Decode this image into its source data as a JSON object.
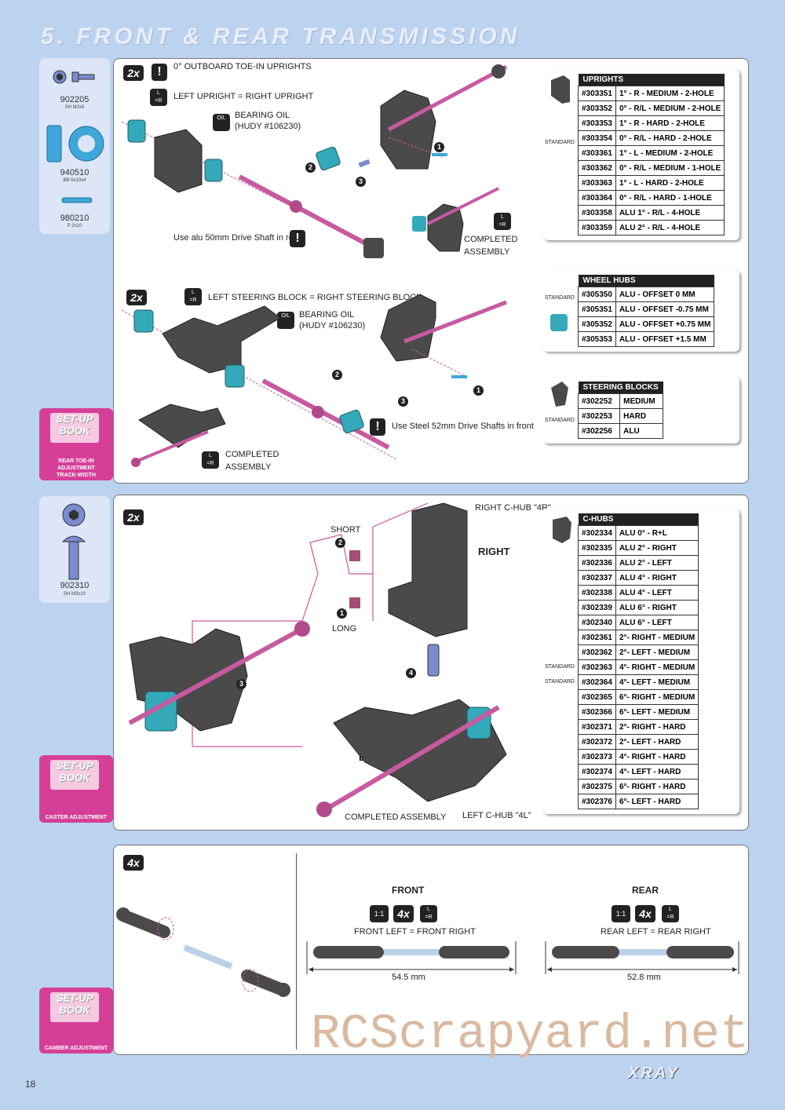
{
  "section_title": "5. FRONT & REAR TRANSMISSION",
  "page_number": "18",
  "brand": "XRAY",
  "watermark": "RCScrapyard.net",
  "parts_1": [
    {
      "code": "902205",
      "desc": "SH M2x5"
    },
    {
      "code": "940510",
      "desc": "BB 5x10x4"
    },
    {
      "code": "980210",
      "desc": "P 2x10"
    }
  ],
  "parts_2": [
    {
      "code": "902310",
      "desc": "SH M3x10"
    }
  ],
  "setup_book": {
    "label": "SET-UP BOOK",
    "cap1a": "REAR TOE-IN ADJUSTMENT",
    "cap1b": "TRACK-WIDTH",
    "cap2": "CASTER ADJUSTMENT",
    "cap3": "CAMBER ADJUSTMENT"
  },
  "step1": {
    "qty": "2x",
    "note_toe": "0° OUTBOARD TOE-IN UPRIGHTS",
    "note_lr": "LEFT UPRIGHT = RIGHT UPRIGHT",
    "oil_1": "BEARING OIL",
    "oil_2": "(HUDY #106230)",
    "shaft_note": "Use alu 50mm Drive Shaft in rear",
    "completed_1": "COMPLETED",
    "completed_2": "ASSEMBLY"
  },
  "step2": {
    "qty": "2x",
    "note_lr": "LEFT STEERING BLOCK = RIGHT STEERING BLOCK",
    "oil_1": "BEARING OIL",
    "oil_2": "(HUDY #106230)",
    "shaft_note": "Use Steel 52mm Drive Shafts in front",
    "completed_1": "COMPLETED",
    "completed_2": "ASSEMBLY"
  },
  "step3": {
    "qty": "2x",
    "right_hub": "RIGHT C-HUB \"4R\"",
    "right": "RIGHT",
    "left": "LEFT",
    "short": "SHORT",
    "long": "LONG",
    "completed": "COMPLETED ASSEMBLY",
    "left_hub": "LEFT C-HUB \"4L\""
  },
  "step4": {
    "qty": "4x",
    "front_title": "FRONT",
    "front_eq": "FRONT LEFT = FRONT RIGHT",
    "front_len": "54.5 mm",
    "rear_title": "REAR",
    "rear_eq": "REAR LEFT = REAR RIGHT",
    "rear_len": "52.8 mm",
    "ratio": "1:1"
  },
  "icons": {
    "warn": "!",
    "lr_top": "L",
    "lr_bot": "=R",
    "oil": "OIL"
  },
  "standard": "STANDARD",
  "uprights": {
    "title": "UPRIGHTS",
    "rows": [
      [
        "#303351",
        "1° - R - MEDIUM - 2-HOLE"
      ],
      [
        "#303352",
        "0° - R/L - MEDIUM  - 2-HOLE"
      ],
      [
        "#303353",
        "1° - R - HARD - 2-HOLE"
      ],
      [
        "#303354",
        "0° - R/L - HARD  - 2-HOLE"
      ],
      [
        "#303361",
        "1° - L - MEDIUM - 2-HOLE"
      ],
      [
        "#303362",
        "0° - R/L - MEDIUM  - 1-HOLE"
      ],
      [
        "#303363",
        "1° - L - HARD - 2-HOLE"
      ],
      [
        "#303364",
        "0° - R/L - HARD  - 1-HOLE"
      ],
      [
        "#303358",
        "ALU 1° - R/L - 4-HOLE"
      ],
      [
        "#303359",
        "ALU 2° - R/L - 4-HOLE"
      ]
    ]
  },
  "wheel_hubs": {
    "title": "WHEEL HUBS",
    "rows": [
      [
        "#305350",
        "ALU - OFFSET 0 MM"
      ],
      [
        "#305351",
        "ALU - OFFSET -0.75 MM"
      ],
      [
        "#305352",
        "ALU - OFFSET +0.75 MM"
      ],
      [
        "#305353",
        "ALU - OFFSET +1.5 MM"
      ]
    ]
  },
  "steering_blocks": {
    "title": "STEERING BLOCKS",
    "rows": [
      [
        "#302252",
        "MEDIUM"
      ],
      [
        "#302253",
        "HARD"
      ],
      [
        "#302256",
        "ALU"
      ]
    ]
  },
  "c_hubs": {
    "title": "C-HUBS",
    "rows": [
      [
        "#302334",
        "ALU 0° - R+L"
      ],
      [
        "#302335",
        "ALU 2° - RIGHT"
      ],
      [
        "#302336",
        "ALU 2° - LEFT"
      ],
      [
        "#302337",
        "ALU 4° - RIGHT"
      ],
      [
        "#302338",
        "ALU 4° - LEFT"
      ],
      [
        "#302339",
        "ALU 6° - RIGHT"
      ],
      [
        "#302340",
        "ALU 6° - LEFT"
      ],
      [
        "#302361",
        "2°- RIGHT - MEDIUM"
      ],
      [
        "#302362",
        "2°- LEFT - MEDIUM"
      ],
      [
        "#302363",
        "4°- RIGHT - MEDIUM"
      ],
      [
        "#302364",
        "4°- LEFT - MEDIUM"
      ],
      [
        "#302365",
        "6°- RIGHT - MEDIUM"
      ],
      [
        "#302366",
        "6°- LEFT - MEDIUM"
      ],
      [
        "#302371",
        "2°- RIGHT - HARD"
      ],
      [
        "#302372",
        "2°- LEFT - HARD"
      ],
      [
        "#302373",
        "4°- RIGHT - HARD"
      ],
      [
        "#302374",
        "4°- LEFT - HARD"
      ],
      [
        "#302375",
        "6°- RIGHT - HARD"
      ],
      [
        "#302376",
        "6°- LEFT - HARD"
      ]
    ]
  }
}
